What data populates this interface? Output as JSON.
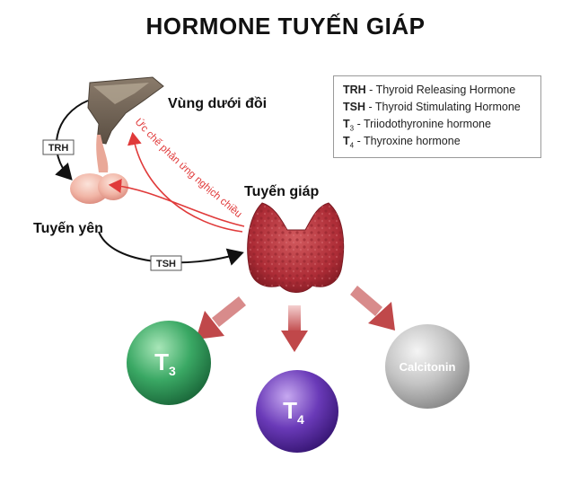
{
  "title": "HORMONE TUYẾN GIÁP",
  "legend": [
    {
      "abbr": "TRH",
      "desc": " - Thyroid Releasing Hormone"
    },
    {
      "abbr": "TSH",
      "desc": " - Thyroid Stimulating Hormone"
    },
    {
      "abbr": "T",
      "sub": "3",
      "desc": " - Triiodothyronine hormone"
    },
    {
      "abbr": "T",
      "sub": "4",
      "desc": " - Thyroxine hormone"
    }
  ],
  "labels": {
    "hypothalamus": "Vùng dưới đồi",
    "pituitary": "Tuyến yên",
    "thyroid": "Tuyến giáp",
    "feedback": "Ức chế phản ứng nghịch chiều"
  },
  "tags": {
    "trh": "TRH",
    "tsh": "TSH"
  },
  "hormones": {
    "t3": {
      "letter": "T",
      "sub": "3",
      "color": "#2e9a56"
    },
    "t4": {
      "letter": "T",
      "sub": "4",
      "color": "#5a2fa3"
    },
    "calcitonin": {
      "label": "Calcitonin",
      "color": "#b9b9b9"
    }
  },
  "colors": {
    "feedback": "#e03a3a",
    "thyroid": "#b3303a",
    "arrow_fade": "#c0484a"
  }
}
